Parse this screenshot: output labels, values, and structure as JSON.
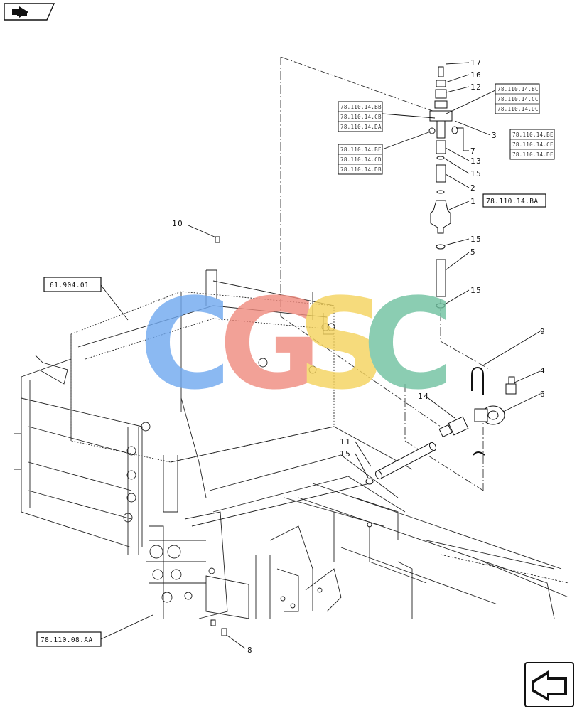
{
  "watermark": {
    "letters": [
      "C",
      "G",
      "S",
      "C"
    ],
    "colors": [
      "#6fa8f0",
      "#f08a7e",
      "#f5d35c",
      "#6fc1a0"
    ]
  },
  "reference_boxes": {
    "ref_61_904_01": "61.904.01",
    "ref_78_110_08_AA": "78.110.08.AA",
    "ref_78_110_14_BA": "78.110.14.BA",
    "group_left_upper": [
      "78.110.14.BB",
      "78.110.14.CB",
      "78.110.14.DA"
    ],
    "group_left_lower": [
      "78.110.14.BE",
      "78.110.14.CD",
      "78.110.14.DB"
    ],
    "group_right_upper": [
      "78.110.14.BC",
      "78.110.14.CC",
      "78.110.14.DC"
    ],
    "group_right_lower": [
      "78.110.14.BE",
      "78.110.14.CE",
      "78.110.14.DE"
    ]
  },
  "callouts": {
    "n17": "17",
    "n16": "16",
    "n12": "12",
    "n3": "3",
    "n7": "7",
    "n13": "13",
    "n15a": "15",
    "n2": "2",
    "n1": "1",
    "n15b": "15",
    "n5": "5",
    "n15c": "15",
    "n9": "9",
    "n4": "4",
    "n6": "6",
    "n14": "14",
    "n11": "11",
    "n15d": "15",
    "n10": "10",
    "n8": "8"
  },
  "icons": {
    "top_left": "page-back-arrow-icon",
    "bottom_right": "next-page-arrow-icon"
  }
}
